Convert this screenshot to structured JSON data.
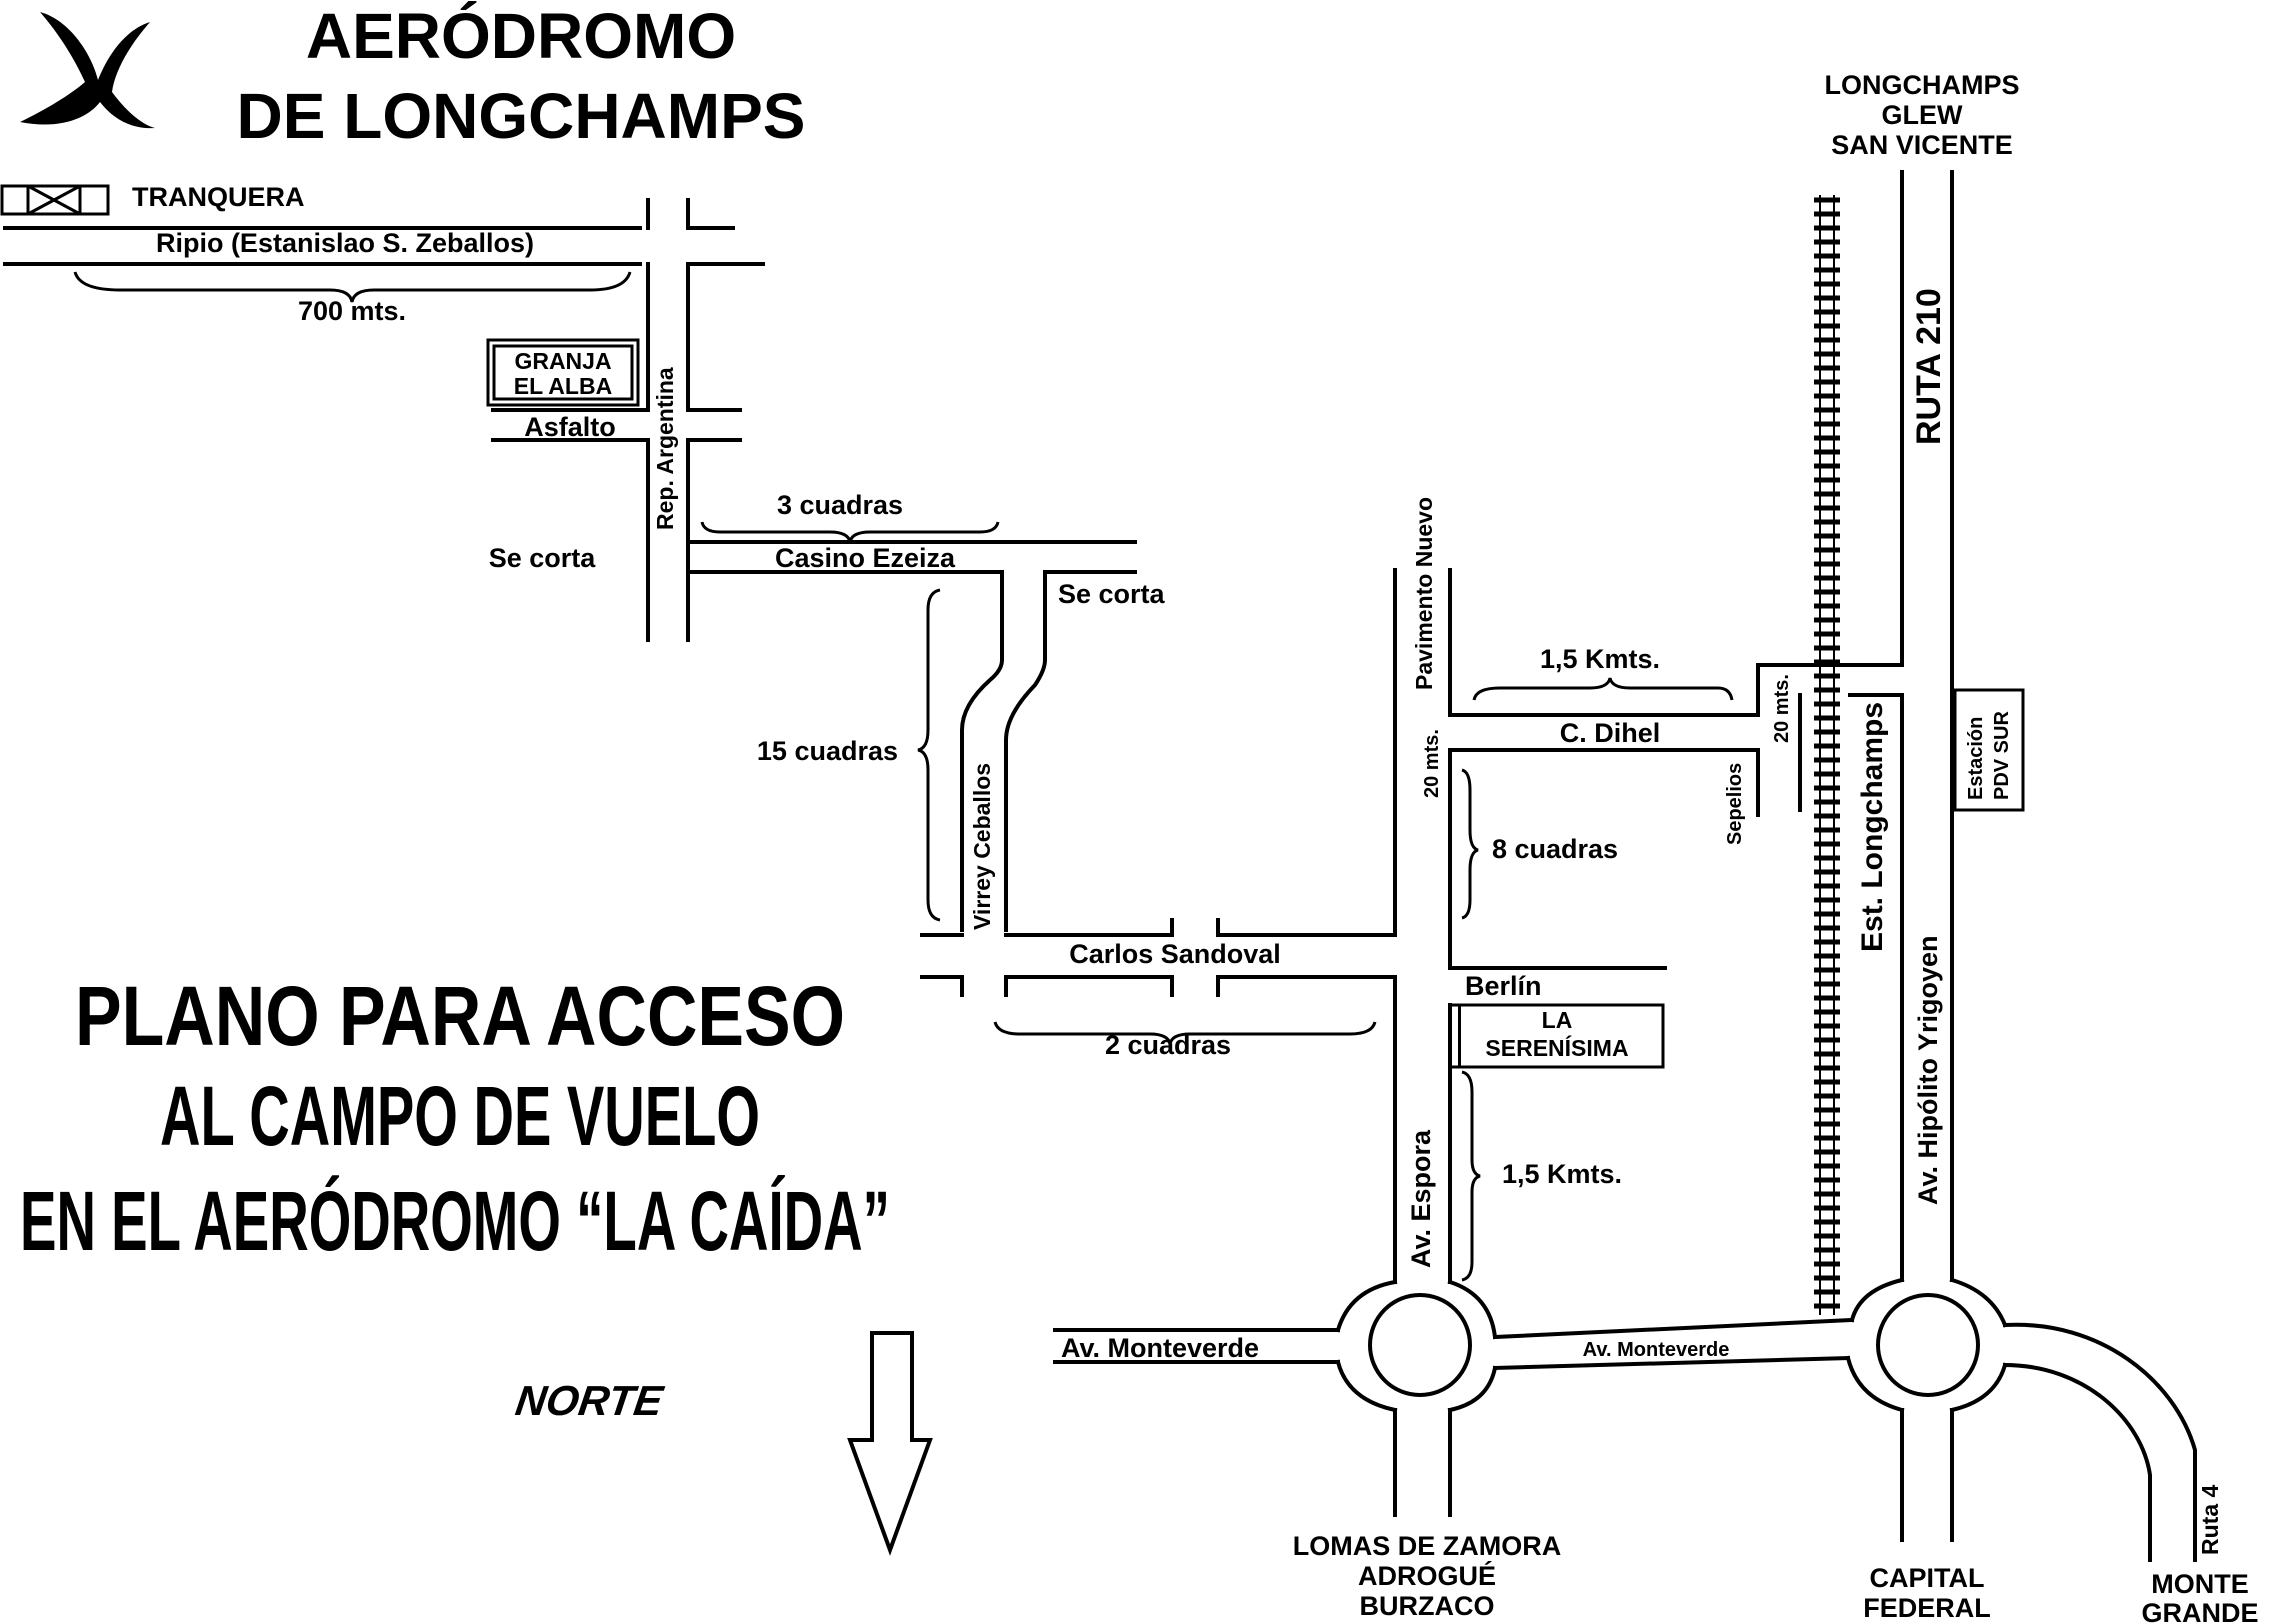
{
  "header": {
    "title_line1": "AERÓDROMO",
    "title_line2": "DE LONGCHAMPS"
  },
  "plan_title": {
    "line1": "PLANO PARA ACCESO",
    "line2": "AL CAMPO DE VUELO",
    "line3": "EN EL AERÓDROMO “LA CAÍDA”"
  },
  "compass": {
    "label": "NORTE"
  },
  "landmarks": {
    "tranquera": "TRANQUERA",
    "granja_line1": "GRANJA",
    "granja_line2": "EL ALBA",
    "serenisima_line1": "LA",
    "serenisima_line2": "SERENÍSIMA",
    "estacion_pdv_line1": "Estación",
    "estacion_pdv_line2": "PDV SUR",
    "sepelios": "Sepelios",
    "est_longchamps": "Est. Longchamps"
  },
  "streets": {
    "ripio": "Ripio (Estanislao S. Zeballos)",
    "asfalto": "Asfalto",
    "rep_argentina": "Rep. Argentina",
    "se_corta_left": "Se corta",
    "casino_ezeiza": "Casino Ezeiza",
    "se_corta_right": "Se corta",
    "virrey_ceballos": "Virrey Ceballos",
    "carlos_sandoval": "Carlos Sandoval",
    "pavimento_nuevo": "Pavimento Nuevo",
    "c_dihel": "C. Dihel",
    "berlin": "Berlín",
    "av_espora": "Av. Espora",
    "av_monteverde_left": "Av. Monteverde",
    "av_monteverde_right": "Av. Monteverde",
    "ruta_210": "RUTA 210",
    "av_hipolito": "Av. Hipólito Yrigoyen",
    "ruta_4": "Ruta 4"
  },
  "distances": {
    "d_700": "700 mts.",
    "d_3_cuadras": "3 cuadras",
    "d_15_cuadras": "15 cuadras",
    "d_2_cuadras": "2 cuadras",
    "d_1_5_top": "1,5 Kmts.",
    "d_20_left": "20 mts.",
    "d_20_right": "20 mts.",
    "d_8_cuadras": "8 cuadras",
    "d_1_5_bottom": "1,5 Kmts."
  },
  "destinations": {
    "top_line1": "LONGCHAMPS",
    "top_line2": "GLEW",
    "top_line3": "SAN VICENTE",
    "lomas_line1": "LOMAS DE ZAMORA",
    "lomas_line2": "ADROGUÉ",
    "lomas_line3": "BURZACO",
    "capital_line1": "CAPITAL",
    "capital_line2": "FEDERAL",
    "monte_line1": "MONTE",
    "monte_line2": "GRANDE"
  }
}
